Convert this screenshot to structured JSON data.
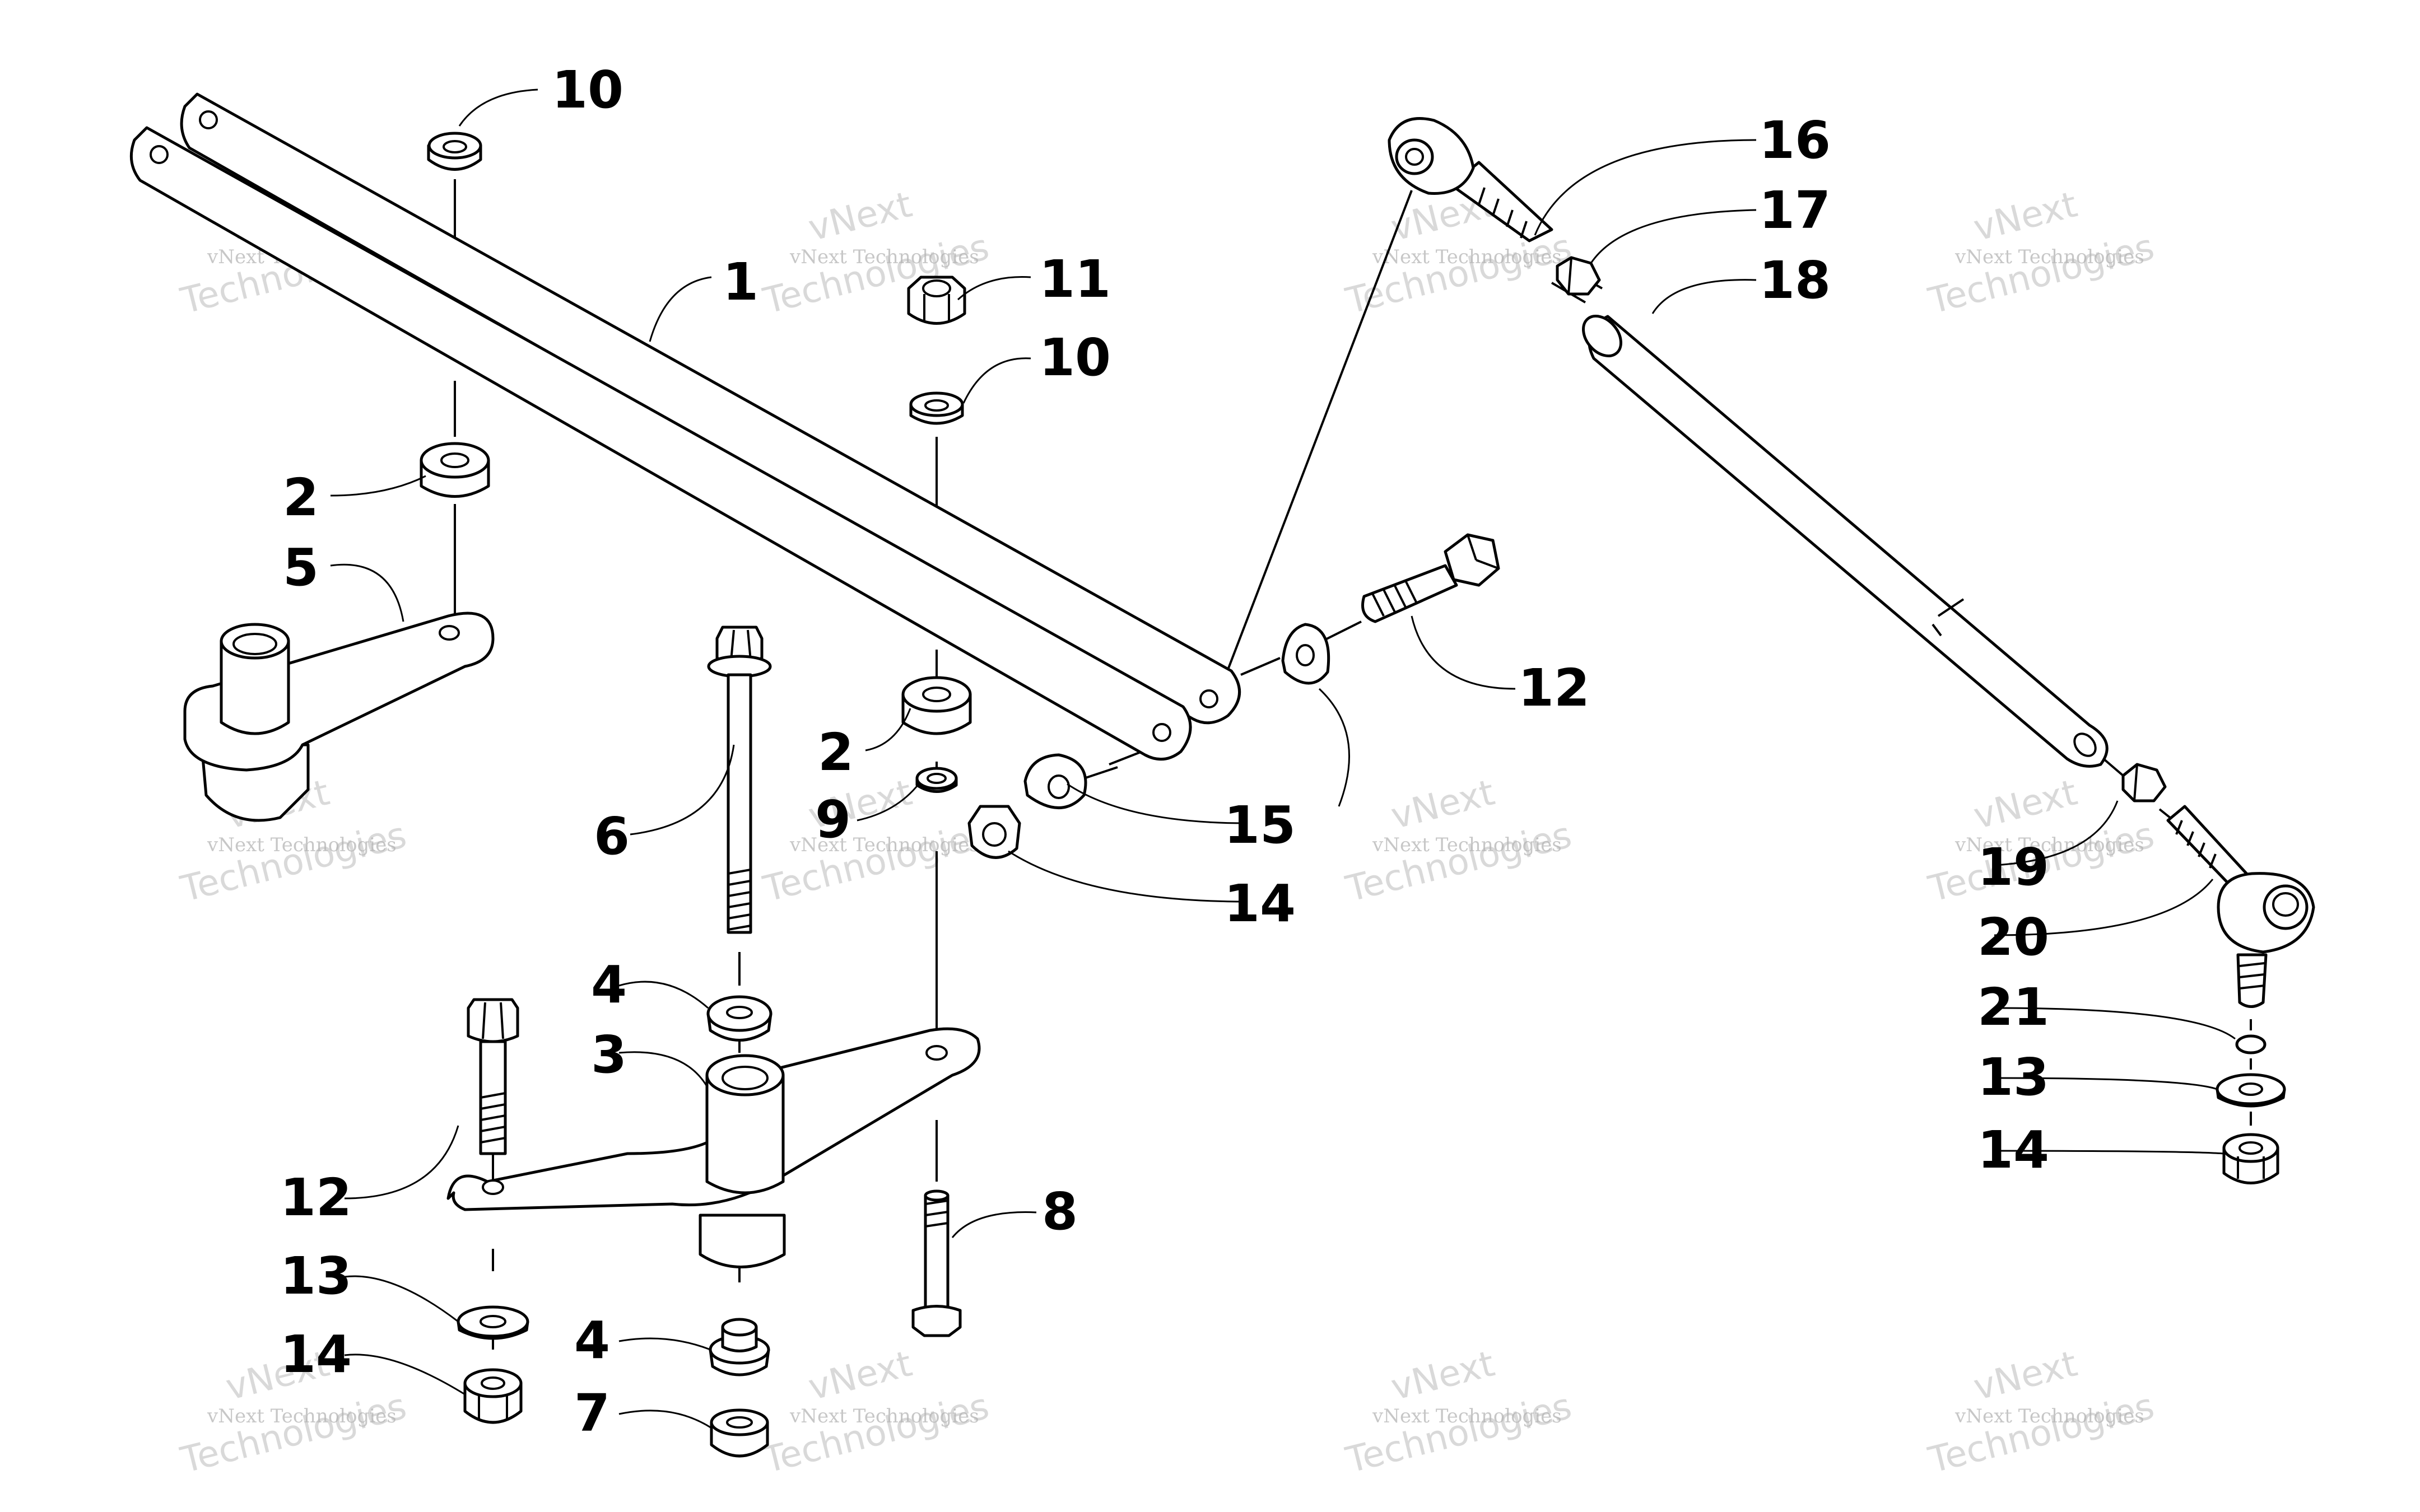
{
  "callouts": {
    "c1": "1",
    "c2a": "2",
    "c2b": "2",
    "c3": "3",
    "c4a": "4",
    "c4b": "4",
    "c5": "5",
    "c6": "6",
    "c7": "7",
    "c8": "8",
    "c9": "9",
    "c10a": "10",
    "c10b": "10",
    "c11": "11",
    "c12a": "12",
    "c12b": "12",
    "c13a": "13",
    "c13b": "13",
    "c14a": "14",
    "c14b": "14",
    "c14c": "14",
    "c15": "15",
    "c16": "16",
    "c17": "17",
    "c18": "18",
    "c19": "19",
    "c20": "20",
    "c21": "21"
  },
  "watermark": {
    "small": "vNext Technologies",
    "big_line1": "vNext",
    "big_line2": "Technologies"
  }
}
